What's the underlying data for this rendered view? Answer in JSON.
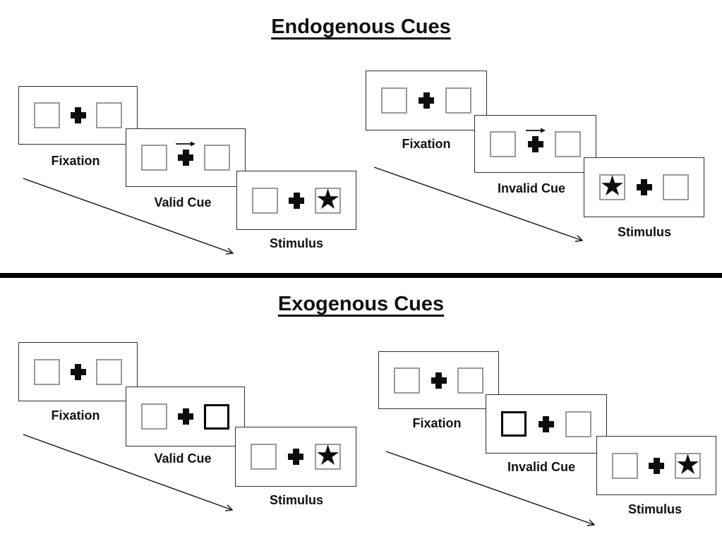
{
  "titles": {
    "endogenous": "Endogenous Cues",
    "exogenous": "Exogenous Cues"
  },
  "glyphs": {
    "star": "★"
  },
  "colors": {
    "ink": "#0d0d0d",
    "box_outline": "#2e2e2e",
    "square_outline": "#9a9a9a",
    "background": "#ffffff"
  },
  "panels": [
    {
      "section": "Endogenous",
      "condition": "Valid",
      "screens": [
        {
          "label": "Fixation",
          "left_box": "empty",
          "center": "cross",
          "right_box": "empty"
        },
        {
          "label": "Valid Cue",
          "left_box": "empty",
          "center": "cross-with-right-arrow",
          "right_box": "empty"
        },
        {
          "label": "Stimulus",
          "left_box": "empty",
          "center": "cross",
          "right_box": "star"
        }
      ]
    },
    {
      "section": "Endogenous",
      "condition": "Invalid",
      "screens": [
        {
          "label": "Fixation",
          "left_box": "empty",
          "center": "cross",
          "right_box": "empty"
        },
        {
          "label": "Invalid Cue",
          "left_box": "empty",
          "center": "cross-with-right-arrow",
          "right_box": "empty"
        },
        {
          "label": "Stimulus",
          "left_box": "star",
          "center": "cross",
          "right_box": "empty"
        }
      ]
    },
    {
      "section": "Exogenous",
      "condition": "Valid",
      "screens": [
        {
          "label": "Fixation",
          "left_box": "empty",
          "center": "cross",
          "right_box": "empty"
        },
        {
          "label": "Valid Cue",
          "left_box": "empty",
          "center": "cross",
          "right_box": "highlighted-empty"
        },
        {
          "label": "Stimulus",
          "left_box": "empty",
          "center": "cross",
          "right_box": "star"
        }
      ]
    },
    {
      "section": "Exogenous",
      "condition": "Invalid",
      "screens": [
        {
          "label": "Fixation",
          "left_box": "empty",
          "center": "cross",
          "right_box": "empty"
        },
        {
          "label": "Invalid Cue",
          "left_box": "highlighted-empty",
          "center": "cross",
          "right_box": "empty"
        },
        {
          "label": "Stimulus",
          "left_box": "empty",
          "center": "cross",
          "right_box": "star"
        }
      ]
    }
  ]
}
